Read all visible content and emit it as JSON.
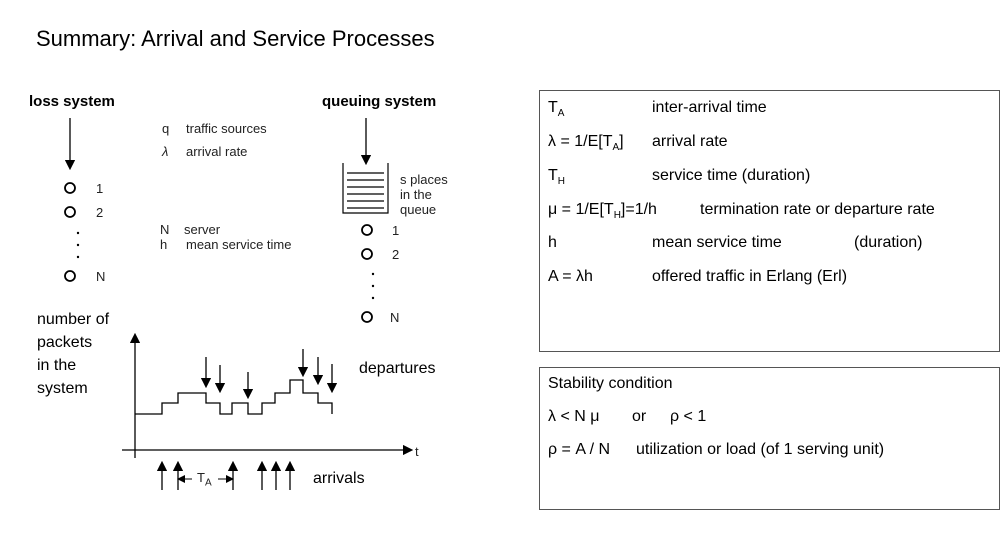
{
  "title": "Summary: Arrival and Service Processes",
  "diagram": {
    "loss_system": "loss system",
    "queuing_system": "queuing system",
    "legend_q": "q",
    "legend_q_text": "traffic sources",
    "legend_lambda": "λ",
    "legend_lambda_text": "arrival rate",
    "legend_N": "N",
    "legend_N_text": "server",
    "legend_h": "h",
    "legend_h_text": "mean service time",
    "server_1": "1",
    "server_2": "2",
    "server_N": "N",
    "queue_text": [
      "s places",
      "in the",
      "queue"
    ],
    "ylabel": [
      "number of",
      "packets",
      "in the",
      "system"
    ],
    "departures": "departures",
    "arrivals": "arrivals",
    "t_axis": "t",
    "ta_label": "T",
    "ta_sub": "A"
  },
  "definitions": {
    "rows": [
      {
        "sym": "T",
        "sub": "A",
        "desc": "inter-arrival time"
      },
      {
        "sym_pre": "λ = 1/E[T",
        "sub": "A",
        "sym_post": "]",
        "desc": "arrival rate"
      },
      {
        "sym": "T",
        "sub": "H",
        "desc": "service time (duration)"
      },
      {
        "sym_pre": "μ = 1/E[T",
        "sub": "H",
        "sym_post": "]=1/h",
        "desc": "termination rate or departure rate"
      },
      {
        "sym": "h",
        "desc": "mean service time",
        "extra": "(duration)"
      },
      {
        "sym": "A = λh",
        "desc": "offered traffic in Erlang (Erl)"
      }
    ]
  },
  "stability": {
    "title": "Stability condition",
    "cond_left": "λ < N μ",
    "cond_or": "or",
    "cond_right": "ρ < 1",
    "util_sym": "ρ = A / N",
    "util_desc": "utilization or load (of 1 serving unit)"
  }
}
